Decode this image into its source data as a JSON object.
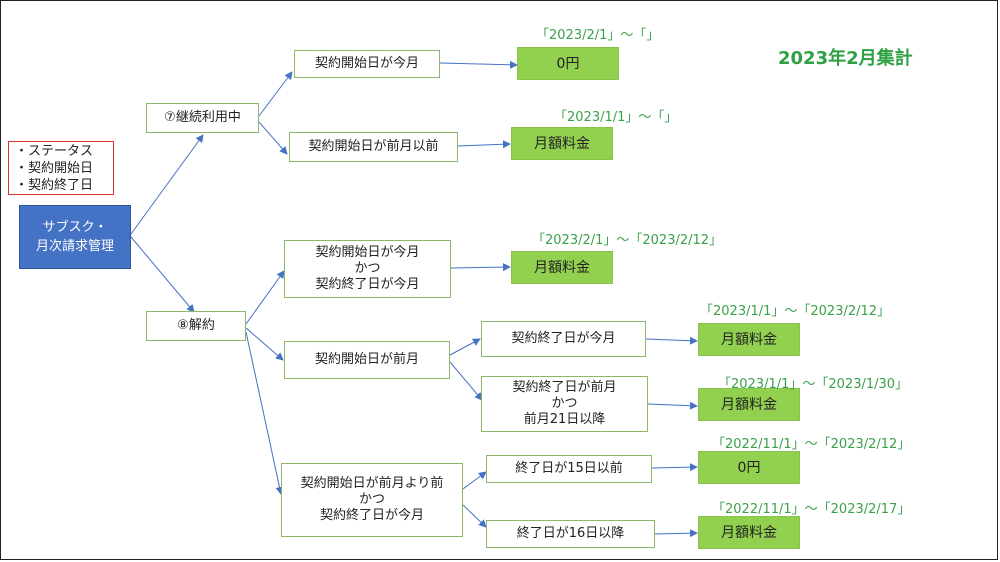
{
  "title": "2023年2月集計",
  "legend": "・ステータス\n・契約開始日\n・契約終了日",
  "root": "サブスク・\n月次請求管理",
  "nodes": {
    "keizoku": "⑦継続利用中",
    "kaiyaku": "⑧解約",
    "n_start_this": "契約開始日が今月",
    "n_start_before_last": "契約開始日が前月以前",
    "n_start_end_this": "契約開始日が今月\nかつ\n契約終了日が今月",
    "n_start_last": "契約開始日が前月",
    "n_end_this": "契約終了日が今月",
    "n_end_last_after21": "契約終了日が前月\nかつ\n前月21日以降",
    "n_start_before": "契約開始日が前月より前\nかつ\n契約終了日が今月",
    "n_end_before15": "終了日が15日以前",
    "n_end_after16": "終了日が16日以降"
  },
  "results": {
    "r1": "0円",
    "r2": "月額料金",
    "r3": "月額料金",
    "r4": "月額料金",
    "r5": "月額料金",
    "r6": "0円",
    "r7": "月額料金"
  },
  "ranges": {
    "g1": "「2023/2/1」～「」",
    "g2": "「2023/1/1」～「」",
    "g3": "「2023/2/1」～「2023/2/12」",
    "g4": "「2023/1/1」～「2023/2/12」",
    "g5": "「2023/1/1」～「2023/1/30」",
    "g6": "「2022/11/1」～「2023/2/12」",
    "g7": "「2022/11/1」～「2023/2/17」"
  },
  "colors": {
    "root_fill": "#4472c4",
    "result_fill": "#92d050",
    "range_text": "#3aa04a",
    "connector": "#4472c4",
    "legend_border": "#e03030"
  }
}
